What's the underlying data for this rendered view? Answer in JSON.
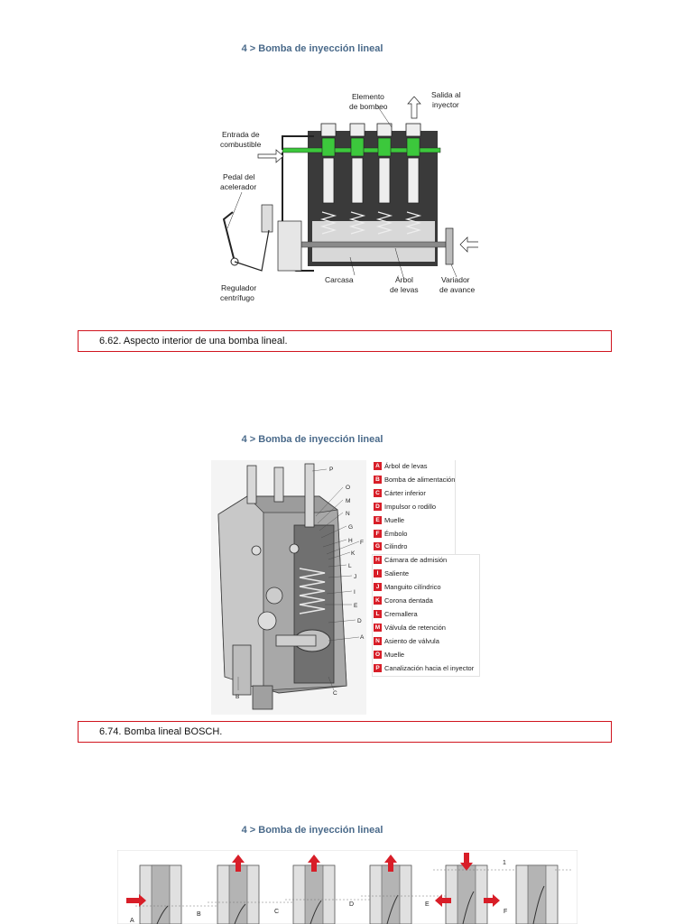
{
  "section1": {
    "title": "4 > Bomba de inyección lineal",
    "diagram_labels": {
      "elemento_de_bombeo_1": "Elemento",
      "elemento_de_bombeo_2": "de bombeo",
      "salida_1": "Salida al",
      "salida_2": "inyector",
      "entrada_1": "Entrada de",
      "entrada_2": "combustible",
      "pedal_1": "Pedal del",
      "pedal_2": "acelerador",
      "regulador_1": "Regulador",
      "regulador_2": "centrífugo",
      "carcasa": "Carcasa",
      "arbol_1": "Árbol",
      "arbol_2": "de levas",
      "variador_1": "Variador",
      "variador_2": "de avance"
    },
    "caption": "6.62. Aspecto interior de una bomba lineal."
  },
  "section2": {
    "title": "4 > Bomba de inyección lineal",
    "legend": [
      {
        "key": "A",
        "label": "Árbol de levas"
      },
      {
        "key": "B",
        "label": "Bomba de alimentación"
      },
      {
        "key": "C",
        "label": "Cárter inferior"
      },
      {
        "key": "D",
        "label": "Impulsor o rodillo"
      },
      {
        "key": "E",
        "label": "Muelle"
      },
      {
        "key": "F",
        "label": "Émbolo"
      },
      {
        "key": "G",
        "label": "Cilindro"
      },
      {
        "key": "H",
        "label": "Cámara de admisión"
      },
      {
        "key": "I",
        "label": "Saliente"
      },
      {
        "key": "J",
        "label": "Manguito cilíndrico"
      },
      {
        "key": "K",
        "label": "Corona dentada"
      },
      {
        "key": "L",
        "label": "Cremallera"
      },
      {
        "key": "M",
        "label": "Válvula de retención"
      },
      {
        "key": "N",
        "label": "Asiento de válvula"
      },
      {
        "key": "O",
        "label": "Muelle"
      },
      {
        "key": "P",
        "label": "Canalización hacia el inyector"
      }
    ],
    "leader_letters": [
      "P",
      "O",
      "M",
      "N",
      "G",
      "H",
      "F",
      "K",
      "L",
      "J",
      "I",
      "E",
      "D",
      "A",
      "B",
      "C"
    ],
    "caption": "6.74. Bomba lineal BOSCH."
  },
  "section3": {
    "title": "4 > Bomba de inyección lineal",
    "step_labels": [
      "A",
      "B",
      "C",
      "D",
      "E",
      "F",
      "1"
    ]
  },
  "colors": {
    "accent_red": "#d81e28",
    "caption_border": "#d0141e",
    "title_blue": "#4a6a8a",
    "pump_green": "#3cc83c"
  }
}
